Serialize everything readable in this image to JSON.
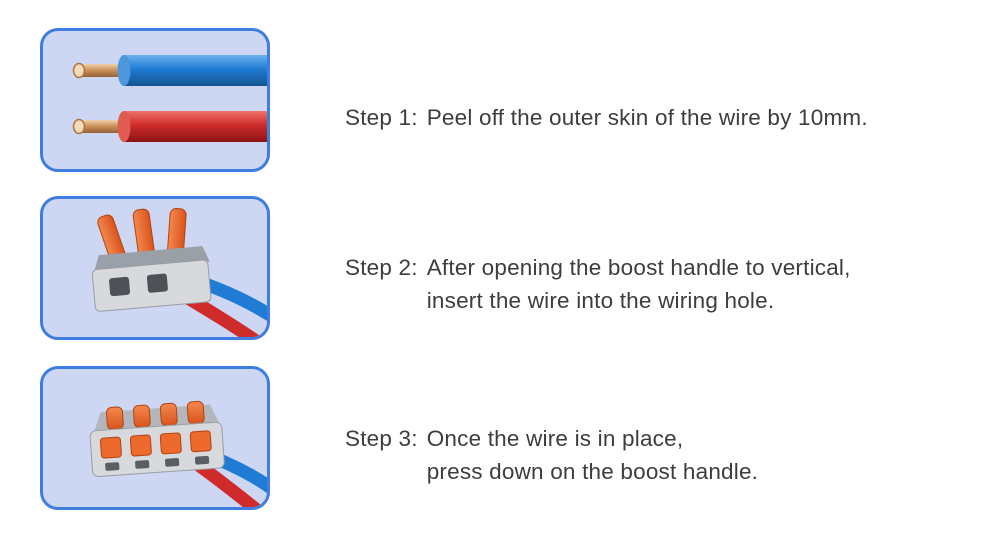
{
  "page": {
    "background": "#ffffff"
  },
  "panel_style": {
    "border_color": "#3e7ee2",
    "background": "#cdd7f3"
  },
  "colors": {
    "wire_blue": "#1f7bd4",
    "wire_red": "#cf2b2b",
    "copper": "#c98e5a",
    "lever_orange": "#ee6a2c",
    "connector_gray": "#d7d9dd",
    "text": "#3d3d3d"
  },
  "steps": [
    {
      "label": "Step 1:",
      "lines": [
        "Peel off the outer skin of the wire by 10mm."
      ],
      "illustration": "stripped-wires"
    },
    {
      "label": "Step 2:",
      "lines": [
        "After opening the boost handle to vertical,",
        "insert the wire into the wiring hole."
      ],
      "illustration": "connector-handles-up"
    },
    {
      "label": "Step 3:",
      "lines": [
        "Once the wire is in place,",
        "press down on the boost handle."
      ],
      "illustration": "connector-handles-down"
    }
  ]
}
